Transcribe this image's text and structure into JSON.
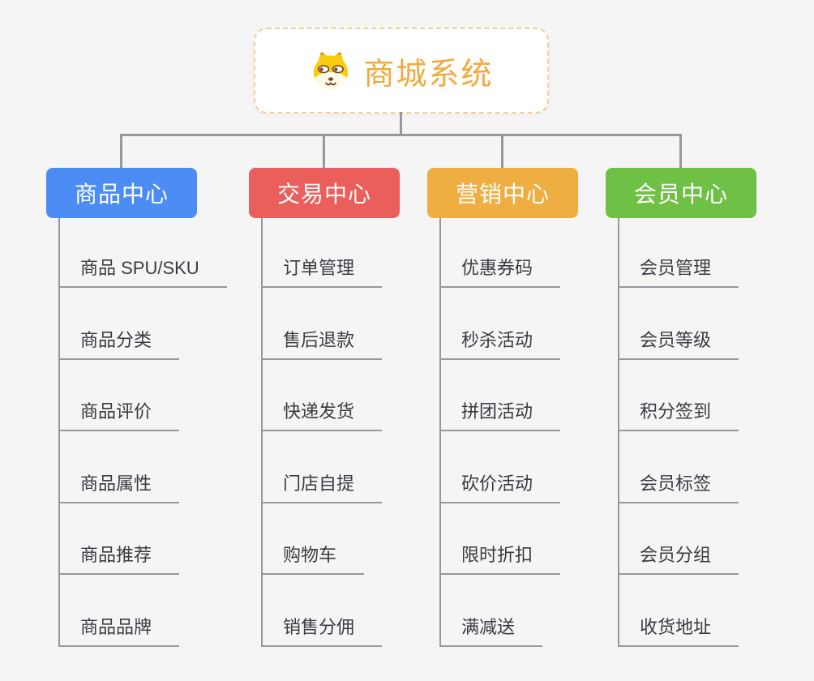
{
  "root": {
    "title": "商城系统",
    "icon": "shiba-dog-icon",
    "title_color": "#F2A93C",
    "border_color": "#F5CE8F"
  },
  "branches": [
    {
      "label": "商品中心",
      "color": "#4B8DF4",
      "items": [
        "商品 SPU/SKU",
        "商品分类",
        "商品评价",
        "商品属性",
        "商品推荐",
        "商品品牌"
      ]
    },
    {
      "label": "交易中心",
      "color": "#EA5E5C",
      "items": [
        "订单管理",
        "售后退款",
        "快递发货",
        "门店自提",
        "购物车",
        "销售分佣"
      ]
    },
    {
      "label": "营销中心",
      "color": "#EFAE41",
      "items": [
        "优惠券码",
        "秒杀活动",
        "拼团活动",
        "砍价活动",
        "限时折扣",
        "满减送"
      ]
    },
    {
      "label": "会员中心",
      "color": "#6EC144",
      "items": [
        "会员管理",
        "会员等级",
        "积分签到",
        "会员标签",
        "会员分组",
        "收货地址"
      ]
    }
  ],
  "colors": {
    "background": "#F5F5F5",
    "connector": "#97989B",
    "item_text": "#3A3A43",
    "branch_text": "#FFFFFF"
  }
}
